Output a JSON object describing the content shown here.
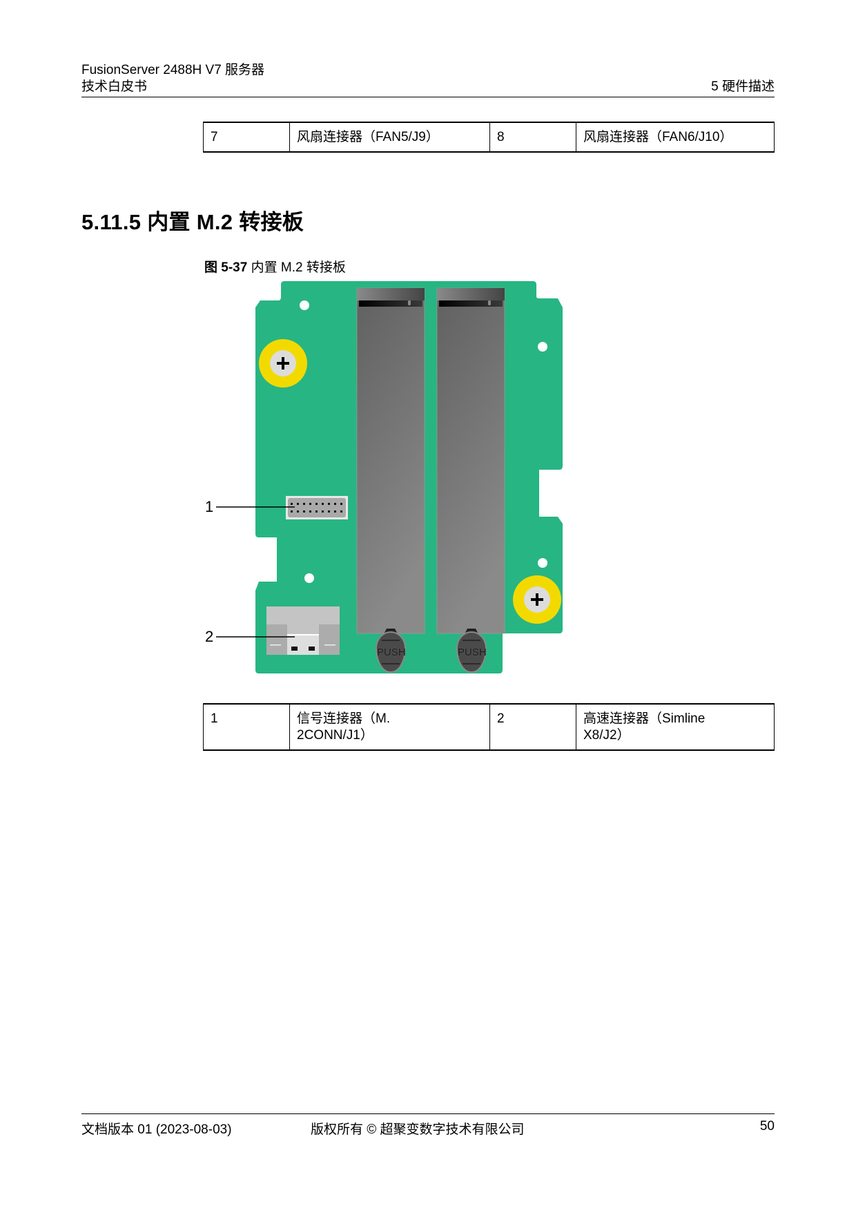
{
  "header": {
    "product": "FusionServer 2488H V7 服务器",
    "doc_type": "技术白皮书",
    "chapter": "5 硬件描述"
  },
  "top_table": {
    "rows": [
      {
        "num_a": "7",
        "desc_a": "风扇连接器（FAN5/J9）",
        "num_b": "8",
        "desc_b": "风扇连接器（FAN6/J10）"
      }
    ]
  },
  "section": {
    "heading": "5.11.5 内置 M.2 转接板"
  },
  "figure": {
    "caption_label": "图 5-37",
    "caption_text": " 内置 M.2 转接板",
    "callouts": [
      "1",
      "2"
    ],
    "push_label": "PUSH",
    "colors": {
      "pcb": "#27b584",
      "screw_ring": "#f2da00",
      "screw_head": "#dcdcdc",
      "m2_slot": "#6e6e6e",
      "connector": "#b5b5b5"
    }
  },
  "legend_table": {
    "rows": [
      {
        "num_a": "1",
        "desc_a_line1": "信号连接器（M.",
        "desc_a_line2": "2CONN/J1）",
        "num_b": "2",
        "desc_b_line1": "高速连接器（Simline",
        "desc_b_line2": "X8/J2）"
      }
    ]
  },
  "footer": {
    "version": "文档版本 01 (2023-08-03)",
    "copyright": "版权所有 © 超聚变数字技术有限公司",
    "page": "50"
  }
}
